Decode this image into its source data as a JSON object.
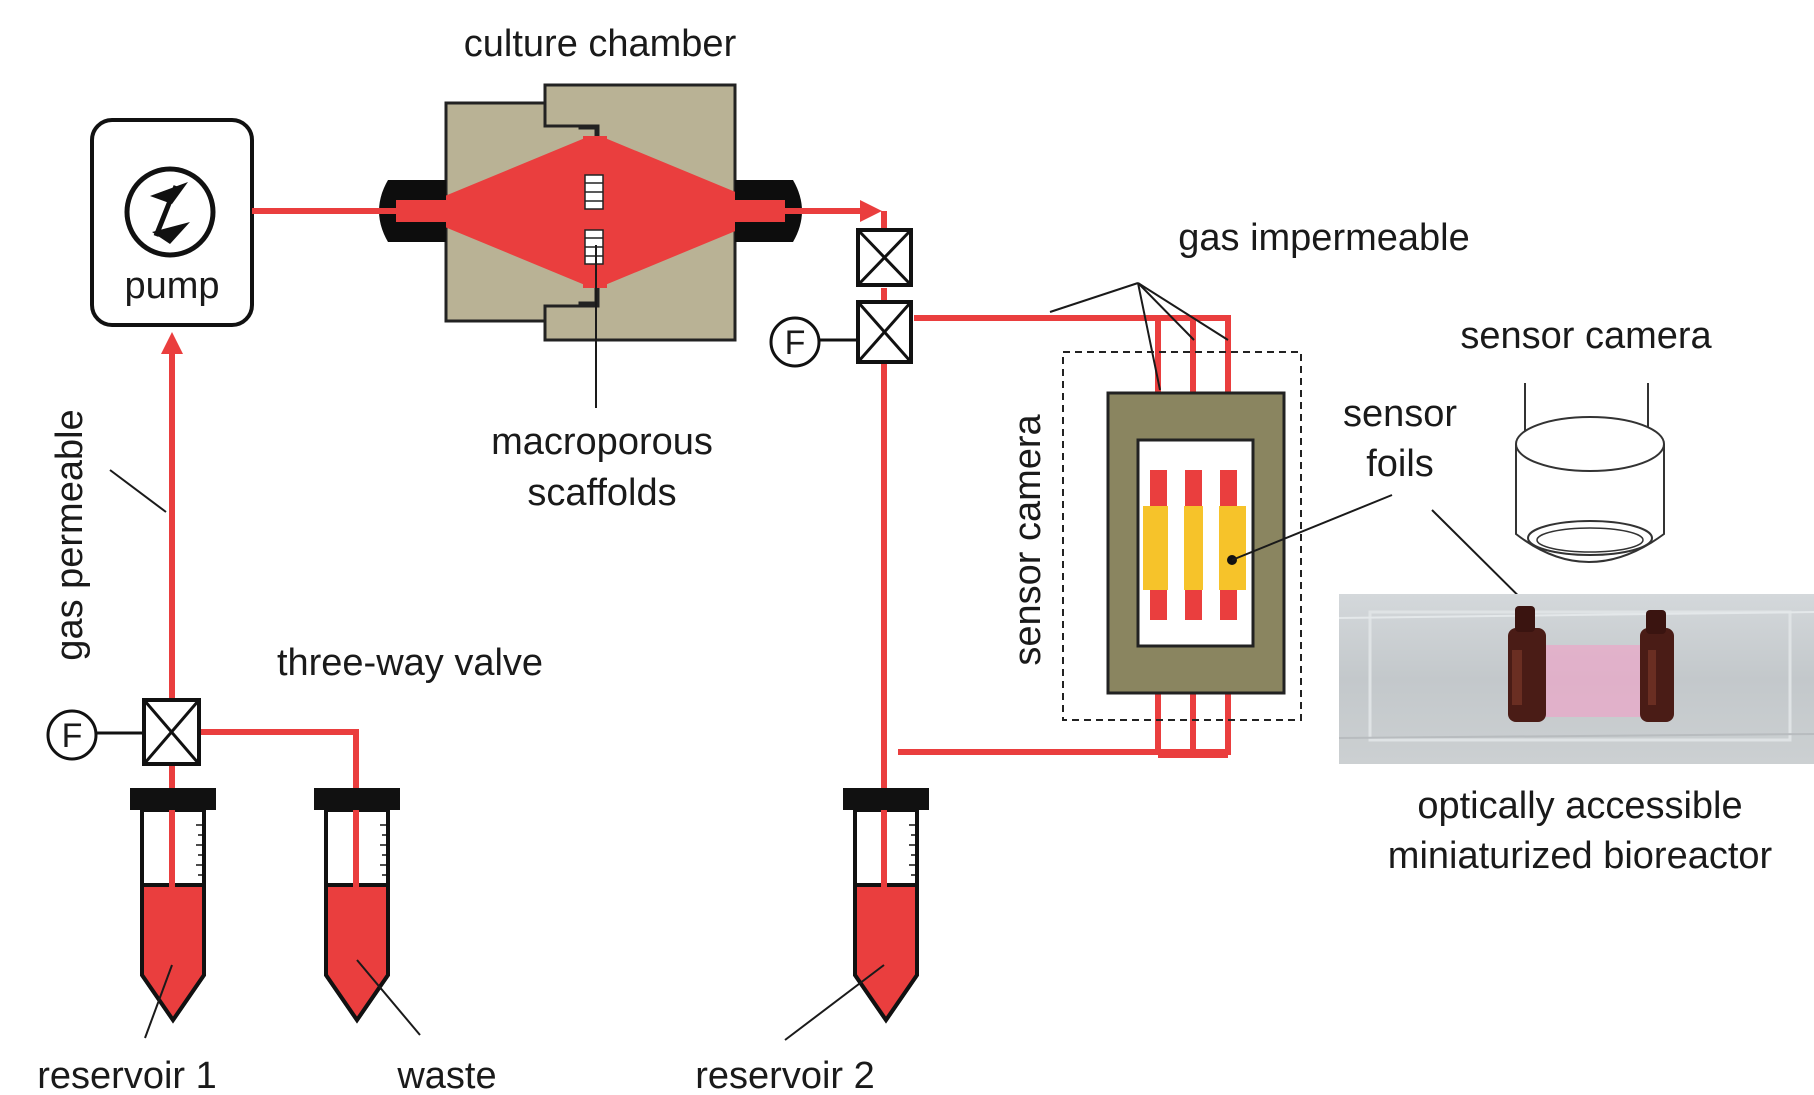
{
  "labels": {
    "culture_chamber": "culture chamber",
    "pump": "pump",
    "macroporous": "macroporous",
    "scaffolds": "scaffolds",
    "gas_impermeable": "gas impermeable",
    "gas_permeable": "gas permeable",
    "three_way_valve": "three-way valve",
    "sensor_camera_top": "sensor camera",
    "sensor_camera_vertical": "sensor camera",
    "sensor": "sensor",
    "foils": "foils",
    "optically_accessible": "optically accessible",
    "miniaturized_bioreactor": "miniaturized bioreactor",
    "reservoir_1": "reservoir 1",
    "waste": "waste",
    "reservoir_2": "reservoir 2",
    "flow_sensor_symbol": "F"
  },
  "colors": {
    "medium_red": "#ea3e3e",
    "chamber_khaki": "#b9b295",
    "sensor_frame_olive": "#8a8560",
    "sensor_yellow": "#f6c32a",
    "photo_background": "#c9cdd0",
    "connector_black": "#0d0d0d"
  }
}
